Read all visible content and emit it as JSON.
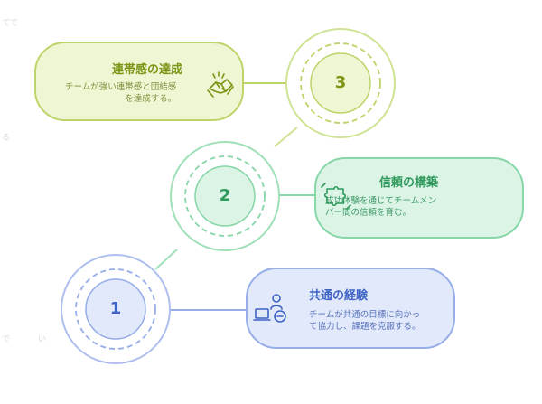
{
  "steps": [
    {
      "number": "1",
      "title": "共通の経験",
      "text": [
        "チームが共通の目標に向かっ",
        "て協力し、課題を克服する。"
      ],
      "icon": "people-laptop-icon",
      "colors": {
        "fill": "#e1e9fb",
        "stroke": "#96adea",
        "text": "#3e63c5"
      }
    },
    {
      "number": "2",
      "title": "信頼の構築",
      "text": [
        "成功体験を通じてチームメン",
        "バー間の信頼を育む。"
      ],
      "icon": "puzzle-hands-icon",
      "colors": {
        "fill": "#dcf4e6",
        "stroke": "#86d6a8",
        "text": "#2f9a5c"
      }
    },
    {
      "number": "3",
      "title": "連帯感の達成",
      "text": [
        "チームが強い連帯感と団結感",
        "を達成する。"
      ],
      "icon": "handshake-icon",
      "colors": {
        "fill": "#eef6d3",
        "stroke": "#bcd46a",
        "text": "#7a9414"
      }
    }
  ],
  "faded_fragments": [
    "てで",
    "る",
    "で",
    "い"
  ]
}
